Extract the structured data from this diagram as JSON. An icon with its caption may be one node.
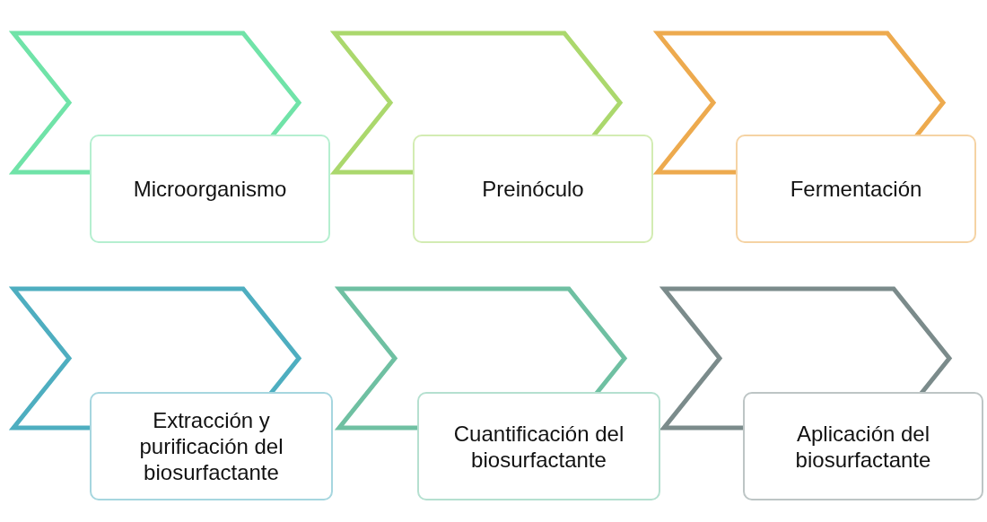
{
  "diagram": {
    "nodes": [
      {
        "text": [
          "Microorganismo"
        ]
      },
      {
        "text": [
          "Preinóculo"
        ]
      },
      {
        "text": [
          "Fermentación"
        ]
      },
      {
        "text": [
          "Extracción y purificación del biosurfactante"
        ]
      },
      {
        "text": [
          "Cuantificación del biosurfactante"
        ]
      },
      {
        "text": [
          "Aplicación del biosurfactante"
        ]
      }
    ]
  }
}
